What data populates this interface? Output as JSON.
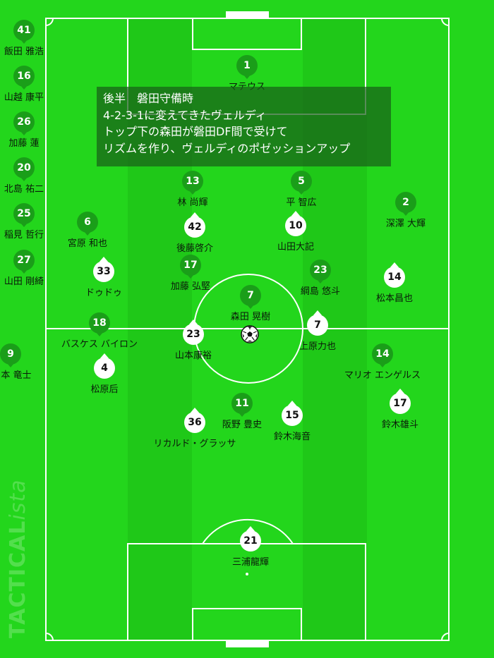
{
  "annotation": {
    "lines": [
      "後半　磐田守備時",
      "4-2-3-1に変えてきたヴェルディ",
      "トップ下の森田が磐田DF間で受けて",
      "リズムを作り、ヴェルディのポゼッションアップ"
    ]
  },
  "watermark": {
    "text": "TACTICAL",
    "italic": "ista"
  },
  "colors": {
    "pitch": "#23d61c",
    "stripe": "#1fc818",
    "team_green": "#1a9e19",
    "team_white": "#ffffff"
  },
  "substitutes": [
    {
      "number": "41",
      "name": "飯田 雅浩"
    },
    {
      "number": "16",
      "name": "山越 康平"
    },
    {
      "number": "26",
      "name": "加藤 蓮"
    },
    {
      "number": "20",
      "name": "北島 祐二"
    },
    {
      "number": "25",
      "name": "稲見 哲行"
    },
    {
      "number": "27",
      "name": "山田 剛綺"
    },
    {
      "number": "9",
      "name": "本 竜士"
    }
  ],
  "green_team": [
    {
      "number": "1",
      "name": "マテウス"
    },
    {
      "number": "13",
      "name": "林 尚輝"
    },
    {
      "number": "5",
      "name": "平 智広"
    },
    {
      "number": "2",
      "name": "深澤 大輝"
    },
    {
      "number": "6",
      "name": "宮原 和也"
    },
    {
      "number": "17",
      "name": "加藤 弘堅"
    },
    {
      "number": "7",
      "name": "森田 晃樹"
    },
    {
      "number": "23",
      "name": "綱島 悠斗"
    },
    {
      "number": "18",
      "name": "バスケス バイロン"
    },
    {
      "number": "14",
      "name": "マリオ エンゲルス"
    },
    {
      "number": "11",
      "name": "阪野 豊史"
    }
  ],
  "white_team": [
    {
      "number": "42",
      "name": "後藤啓介"
    },
    {
      "number": "10",
      "name": "山田大記"
    },
    {
      "number": "33",
      "name": "ドゥドゥ"
    },
    {
      "number": "14",
      "name": "松本昌也"
    },
    {
      "number": "23",
      "name": "山本康裕"
    },
    {
      "number": "7",
      "name": "上原力也"
    },
    {
      "number": "4",
      "name": "松原后"
    },
    {
      "number": "17",
      "name": "鈴木雄斗"
    },
    {
      "number": "36",
      "name": "リカルド・グラッサ"
    },
    {
      "number": "15",
      "name": "鈴木海音"
    },
    {
      "number": "21",
      "name": "三浦龍輝"
    }
  ]
}
